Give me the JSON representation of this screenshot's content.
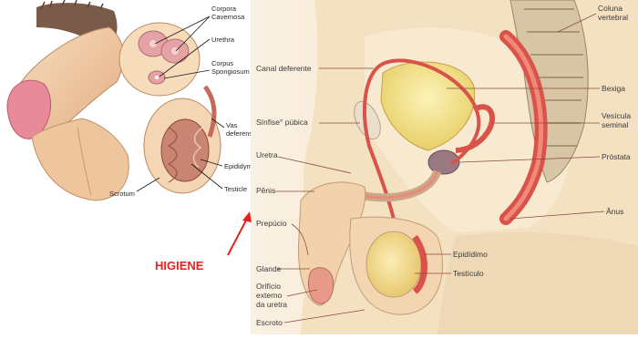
{
  "left_panel_labels": {
    "corpora_cavernosa": [
      "Corpora",
      "Cavernosa"
    ],
    "urethra": "Urethra",
    "corpus_spongiosum": [
      "Corpus",
      "Spongiosum"
    ],
    "vas_deferens": [
      "Vas",
      "deferens"
    ],
    "epididymis": "Epididymis",
    "testicle": "Testicle",
    "scrotum": "Scrotum"
  },
  "right_panel_labels": {
    "coluna_vertebral": [
      "Coluna",
      "vertebral"
    ],
    "canal_deferente": "Canal deferente",
    "bexiga": "Bexiga",
    "sinfise_pubica": "Sínfise° púbica",
    "vesicula_seminal": [
      "Vesícula",
      "seminal"
    ],
    "uretra": "Uretra",
    "prostata": "Próstata",
    "penis": "Pênis",
    "anus": "Ânus",
    "prepucio": "Prepúcio",
    "epididimo": "Epidídimo",
    "testiculo": "Testículo",
    "glande": "Glande",
    "orificio_uretra": [
      "Orifício",
      "externo",
      "da uretra"
    ],
    "escroto": "Escroto"
  },
  "annotation": {
    "text": "HIGIENE",
    "color": "#e8211c"
  },
  "colors": {
    "skin": "#f1cfa8",
    "skin_dark": "#d9a77d",
    "organ_red": "#d9534a",
    "bladder_yellow": "#f2e08a",
    "background_beige": "#f3e2c6"
  }
}
